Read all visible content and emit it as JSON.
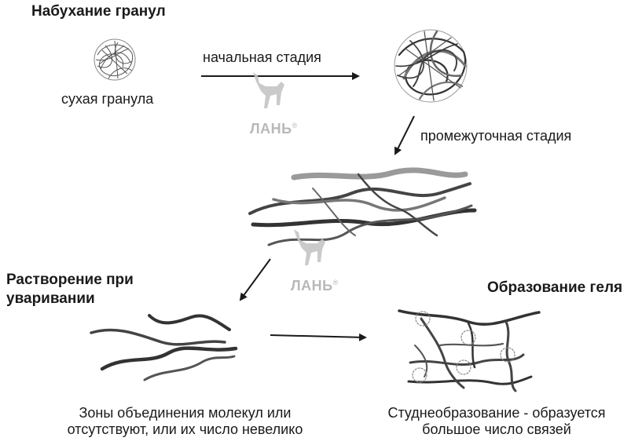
{
  "titles": {
    "swelling": "Набухание гранул",
    "dissolution": "Растворение при уваривании",
    "gel": "Образование геля"
  },
  "labels": {
    "dry_granule": "сухая гранула",
    "initial_stage": "начальная стадия",
    "intermediate_stage": "промежуточная стадия"
  },
  "captions": {
    "dissolution_line1": "Зоны объединения молекул или",
    "dissolution_line2": "отсутствуют, или их число невелико",
    "gel_line1": "Студнеобразование - образуется",
    "gel_line2": "большое число связей"
  },
  "watermark": {
    "text": "ЛАНЬ",
    "mark": "®"
  },
  "colors": {
    "ink": "#1a1a1a",
    "strand_dark": "#333333",
    "strand_light": "#8a8a8a",
    "watermark": "#b8b8b8"
  }
}
